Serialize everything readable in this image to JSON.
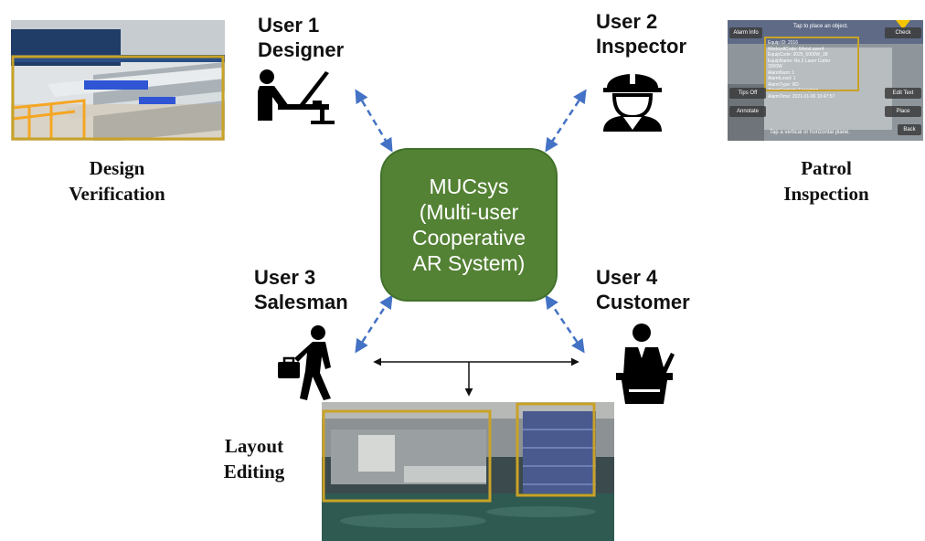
{
  "center": {
    "text": "MUCsys\n(Multi-user\nCooperative\nAR System)",
    "color": "#548235"
  },
  "users": [
    {
      "line1": "User 1",
      "line2": "Designer",
      "icon": "designer-at-desk-icon"
    },
    {
      "line1": "User 2",
      "line2": "Inspector",
      "icon": "inspector-hardhat-icon"
    },
    {
      "line1": "User 3",
      "line2": "Salesman",
      "icon": "salesman-briefcase-icon"
    },
    {
      "line1": "User 4",
      "line2": "Customer",
      "icon": "customer-podium-icon"
    }
  ],
  "tasks": {
    "design": {
      "line1": "Design",
      "line2": "Verification"
    },
    "patrol": {
      "line1": "Patrol",
      "line2": "Inspection"
    },
    "layout": {
      "line1": "Layout",
      "line2": "Editing"
    }
  },
  "ar_screen": {
    "top_hint": "Tap to place an object.",
    "alarm_info": "Alarm Info",
    "check": "Check",
    "tips_off": "Tips Off",
    "annotate": "Annotate",
    "edit_text": "Edit Text",
    "place": "Place",
    "back": "Back",
    "panel_lines": [
      "Equip ID: 2016",
      "WorkcellCode: 6AxisLaser4",
      "EquipCode: 3025_6000W_38",
      "EquipName: No.2 Laser Cutter",
      "3000W",
      "AlarmNum: 1",
      "AlarmLevel: 1",
      "AlarmType: RD",
      "AlarmContent: Exception",
      "AlarmTime: 2021-01-06 10:47:57"
    ],
    "bottom_hint": "Tap a vertical or horizontal plane."
  },
  "colors": {
    "arrow": "#4472c4",
    "highlight": "#c9a227",
    "flow": "#111111"
  }
}
